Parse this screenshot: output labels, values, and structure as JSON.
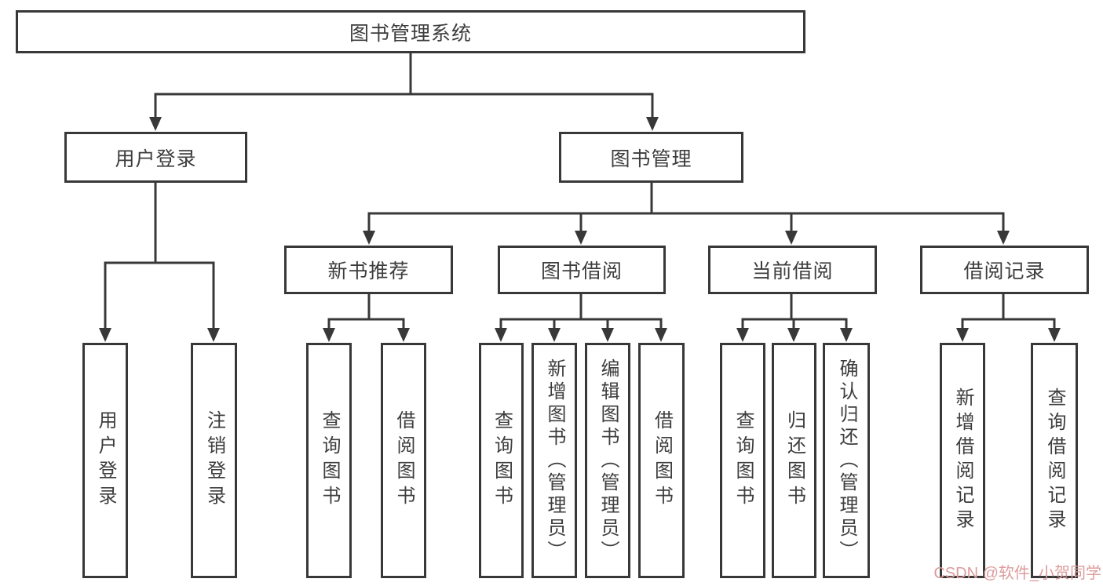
{
  "tree": {
    "root": "图书管理系统",
    "branches": [
      {
        "label": "用户登录",
        "children": [
          "用户登录",
          "注销登录"
        ]
      },
      {
        "label": "图书管理",
        "sections": [
          {
            "label": "新书推荐",
            "children": [
              "查询图书",
              "借阅图书"
            ]
          },
          {
            "label": "图书借阅",
            "children": [
              "查询图书",
              "新增图书（管理员）",
              "编辑图书（管理员）",
              "借阅图书"
            ]
          },
          {
            "label": "当前借阅",
            "children": [
              "查询图书",
              "归还图书",
              "确认归还（管理员）"
            ]
          },
          {
            "label": "借阅记录",
            "children": [
              "新增借阅记录",
              "查询借阅记录"
            ]
          }
        ]
      }
    ]
  },
  "watermark": {
    "text": "CSDN @软件_小贺同学"
  },
  "colors": {
    "line": "#383838",
    "text": "#3d3d3d",
    "background": "#ffffff",
    "watermark": "#dc9c9c"
  }
}
